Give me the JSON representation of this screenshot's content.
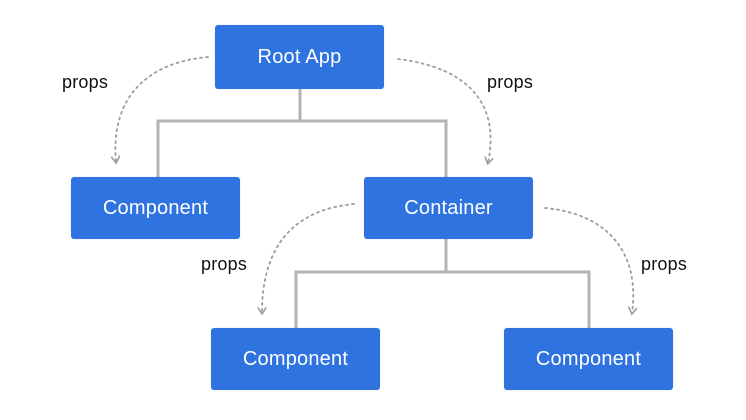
{
  "colors": {
    "node_fill": "#2f73e0",
    "tree_line": "#b3b3b3",
    "arrow": "#9d9d9d",
    "label_text": "#111111"
  },
  "nodes": {
    "root_app": "Root App",
    "component_left": "Component",
    "container": "Container",
    "component_bottom_left": "Component",
    "component_bottom_right": "Component"
  },
  "edge_labels": {
    "root_to_component": "props",
    "root_to_container": "props",
    "container_to_bottom_left": "props",
    "container_to_bottom_right": "props"
  }
}
